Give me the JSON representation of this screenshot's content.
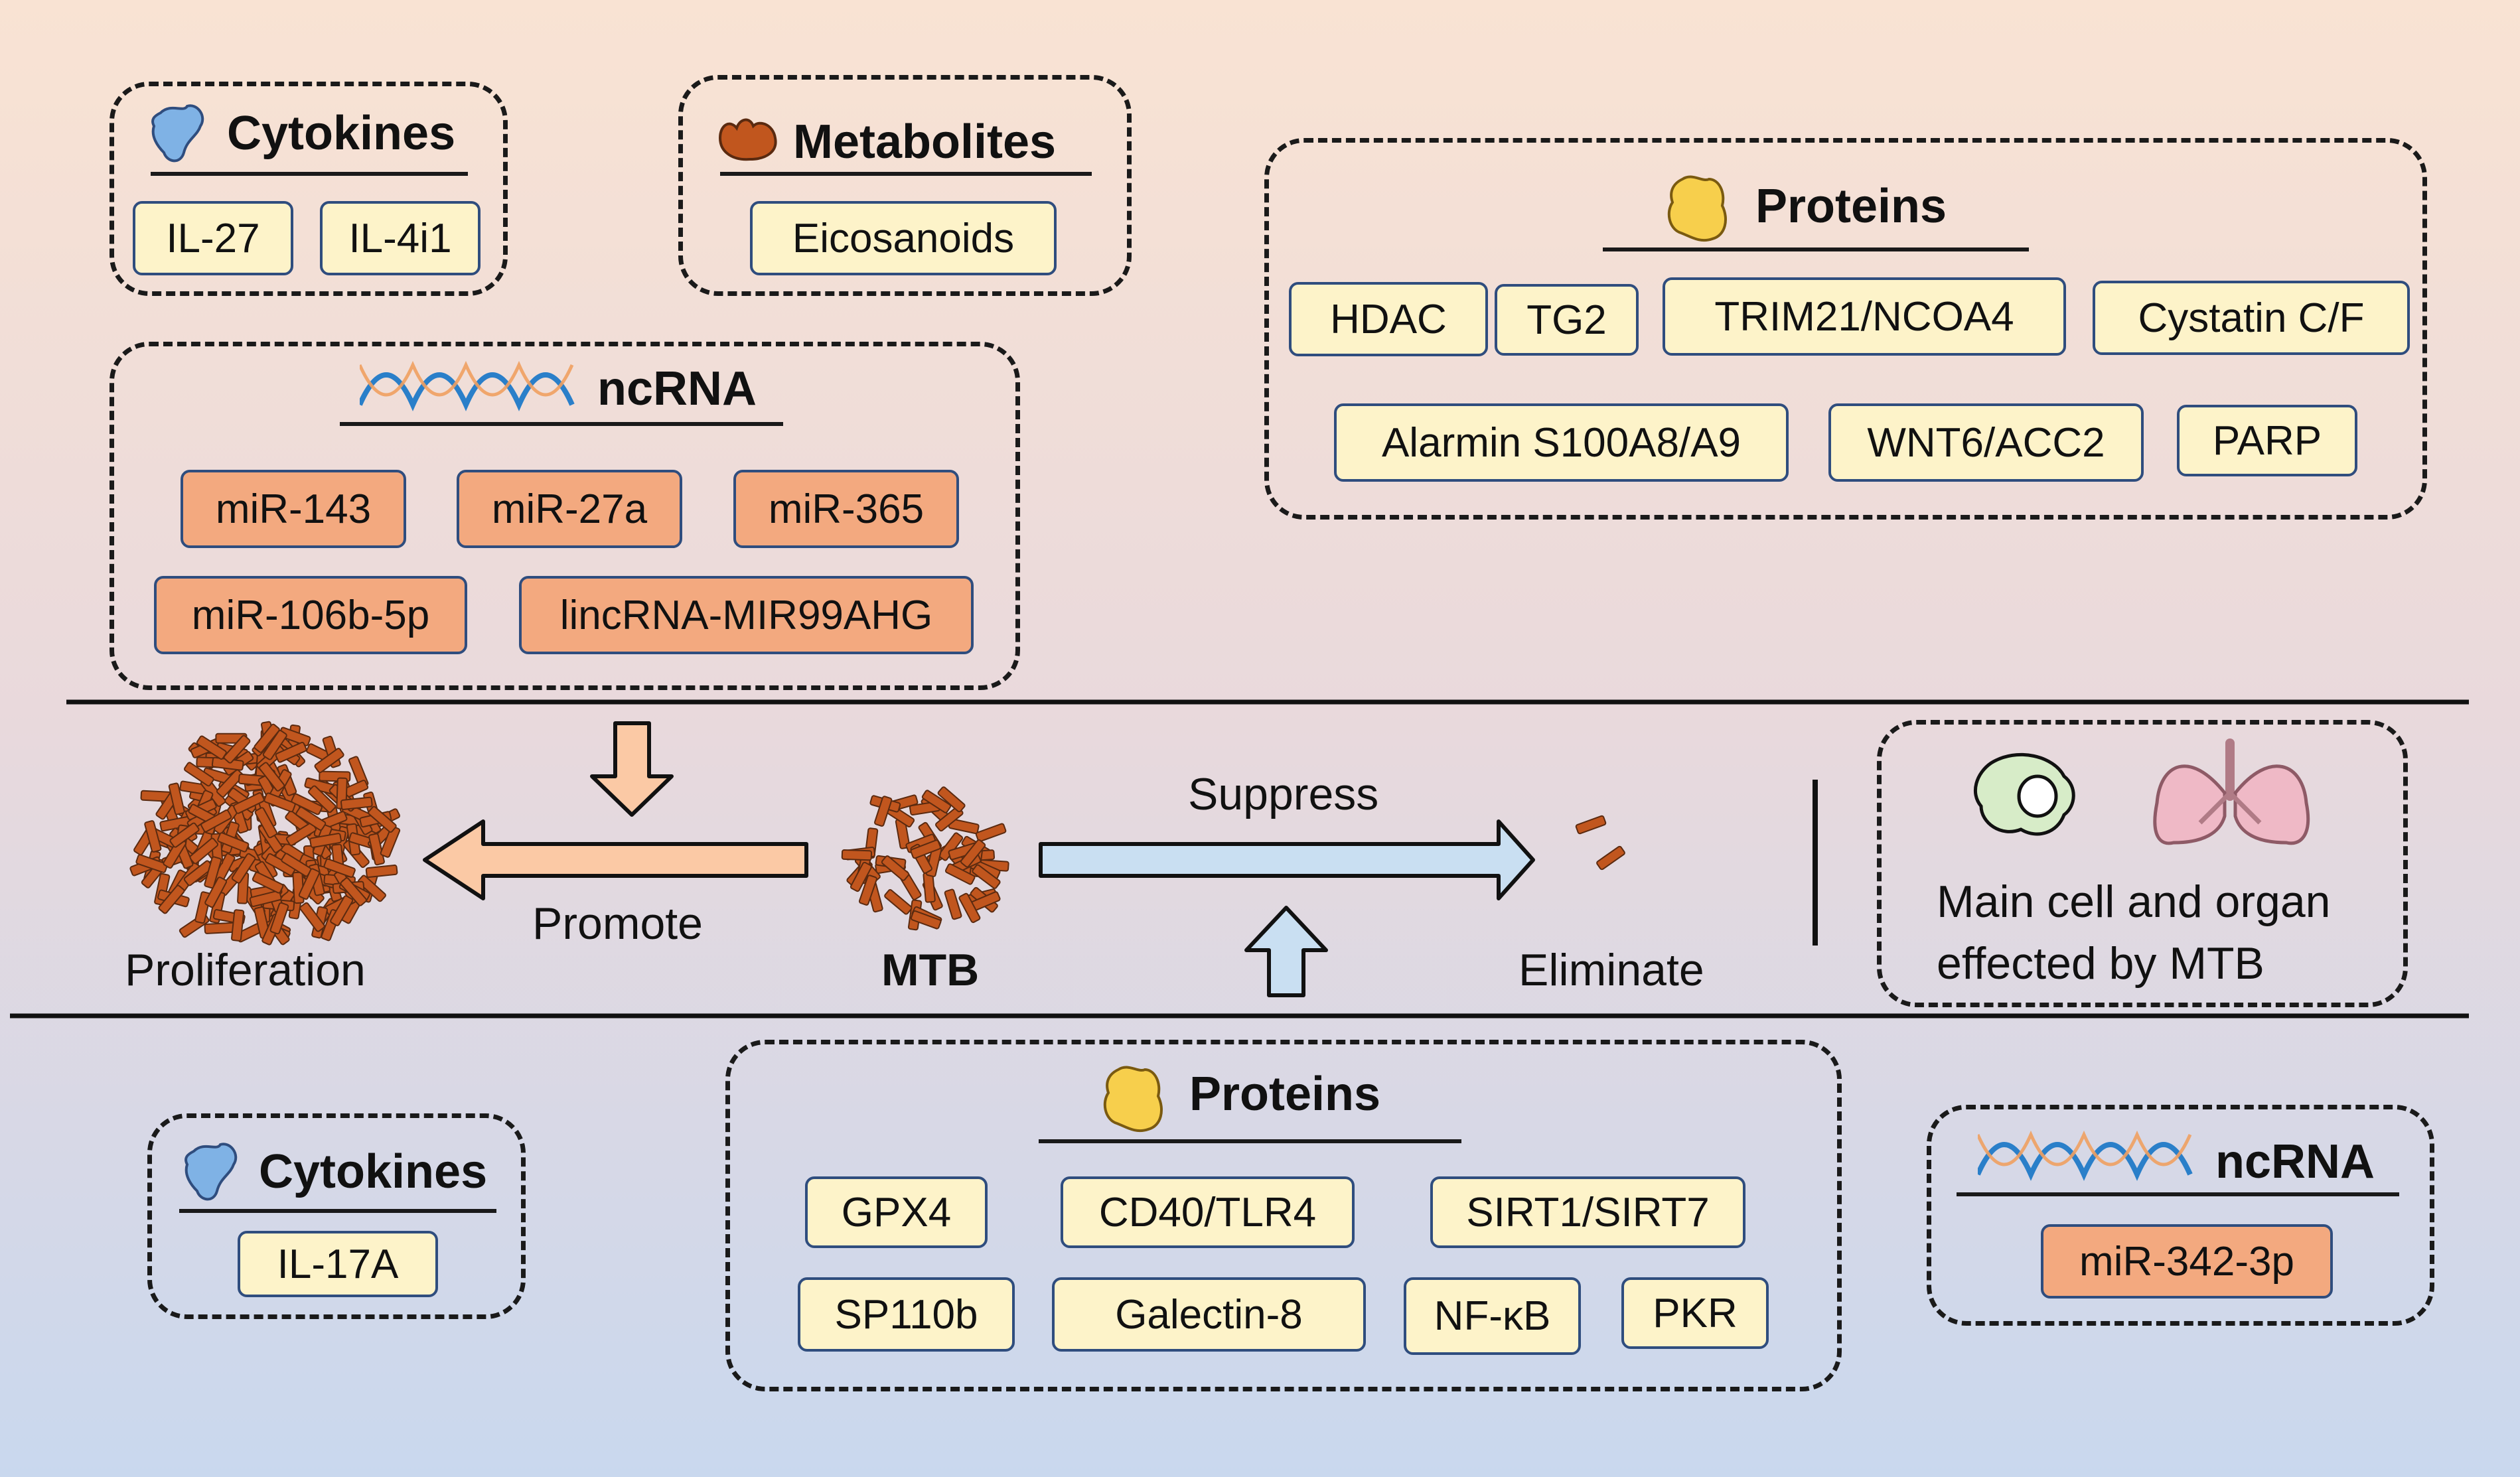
{
  "top": {
    "cytokines": {
      "title": "Cytokines",
      "items": [
        "IL-27",
        "IL-4i1"
      ]
    },
    "metabolites": {
      "title": "Metabolites",
      "items": [
        "Eicosanoids"
      ]
    },
    "ncrna": {
      "title": "ncRNA",
      "items": [
        "miR-143",
        "miR-27a",
        "miR-365",
        "miR-106b-5p",
        "lincRNA-MIR99AHG"
      ]
    },
    "proteins": {
      "title": "Proteins",
      "items": [
        "HDAC",
        "TG2",
        "TRIM21/NCOA4",
        "Cystatin C/F",
        "Alarmin S100A8/A9",
        "WNT6/ACC2",
        "PARP"
      ]
    }
  },
  "middle": {
    "proliferation": "Proliferation",
    "promote": "Promote",
    "mtb": "MTB",
    "suppress": "Suppress",
    "eliminate": "Eliminate",
    "organ_note_line1": "Main cell and organ",
    "organ_note_line2": "effected by MTB"
  },
  "bottom": {
    "cytokines": {
      "title": "Cytokines",
      "items": [
        "IL-17A"
      ]
    },
    "proteins": {
      "title": "Proteins",
      "items": [
        "GPX4",
        "CD40/TLR4",
        "SIRT1/SIRT7",
        "SP110b",
        "Galectin-8",
        "NF-κB",
        "PKR"
      ]
    },
    "ncrna": {
      "title": "ncRNA",
      "items": [
        "miR-342-3p"
      ]
    }
  },
  "icons": [
    "cytokine-icon",
    "metabolite-icon",
    "dna-helix-icon",
    "protein-icon",
    "macrophage-icon",
    "lungs-icon",
    "bacteria-icon",
    "up-arrow-icon",
    "down-arrow-icon",
    "left-arrow-icon",
    "right-arrow-icon"
  ],
  "colors": {
    "chip_fill": "#fdf3c9",
    "rna_chip_fill": "#f3a97f",
    "chip_border": "#2f4d7e",
    "bacteria": "#c1561e",
    "promote_arrow": "#fbc9a5",
    "suppress_arrow": "#c9dff2"
  }
}
